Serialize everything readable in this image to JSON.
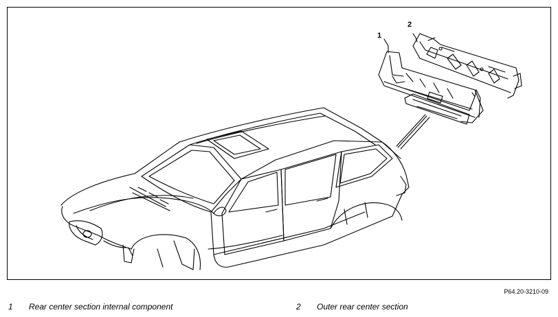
{
  "figure_code": "P64.20-3210-09",
  "callouts": [
    {
      "number": "1",
      "description": "Rear center section internal component"
    },
    {
      "number": "2",
      "description": "Outer rear center section"
    }
  ],
  "line_color": "#000000",
  "background": "#ffffff"
}
